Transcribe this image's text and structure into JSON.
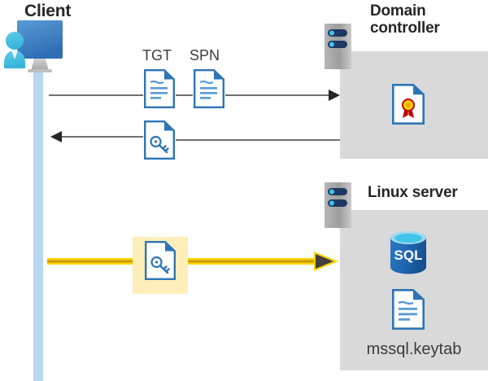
{
  "diagram": {
    "title_client": "Client",
    "title_domain_controller": "Domain controller",
    "title_linux_server": "Linux server",
    "labels": {
      "tgt": "TGT",
      "spn": "SPN",
      "keytab_file": "mssql.keytab",
      "sql": "SQL"
    },
    "icons": {
      "client": "client-computer-user-icon",
      "server_rack": "server-rack-icon",
      "document_text": "text-document-icon",
      "document_key": "key-document-icon",
      "document_certificate": "certificate-document-icon",
      "database": "sql-database-icon"
    },
    "flows": [
      {
        "id": "flow-1",
        "name": "client-to-domain-controller",
        "direction": "right",
        "from": "Client",
        "to": "Domain controller",
        "carries": [
          "TGT",
          "SPN"
        ],
        "style": "thin-gray"
      },
      {
        "id": "flow-2",
        "name": "domain-controller-to-client",
        "direction": "left",
        "from": "Domain controller",
        "to": "Client",
        "carries": [
          "service ticket"
        ],
        "style": "thin-gray"
      },
      {
        "id": "flow-3",
        "name": "client-to-linux-server",
        "direction": "right",
        "from": "Client",
        "to": "Linux server",
        "carries": [
          "service ticket"
        ],
        "style": "thick-yellow",
        "highlighted": true
      }
    ],
    "colors": {
      "panel_gray": "#d9d9d9",
      "lifeline_blue": "#b9d6f2",
      "highlight_yellow": "#fdeeba",
      "arrow_gray": "#404040",
      "arrow_yellow": "#ffd400",
      "arrow_yellow_edge": "#d9a400",
      "doc_border_blue": "#2e75b6",
      "doc_fold_blue": "#1f6cb0",
      "cert_red": "#c00000",
      "cert_gold": "#ffd500",
      "sql_blue": "#1f66b0",
      "title_dark": "#262626"
    }
  }
}
